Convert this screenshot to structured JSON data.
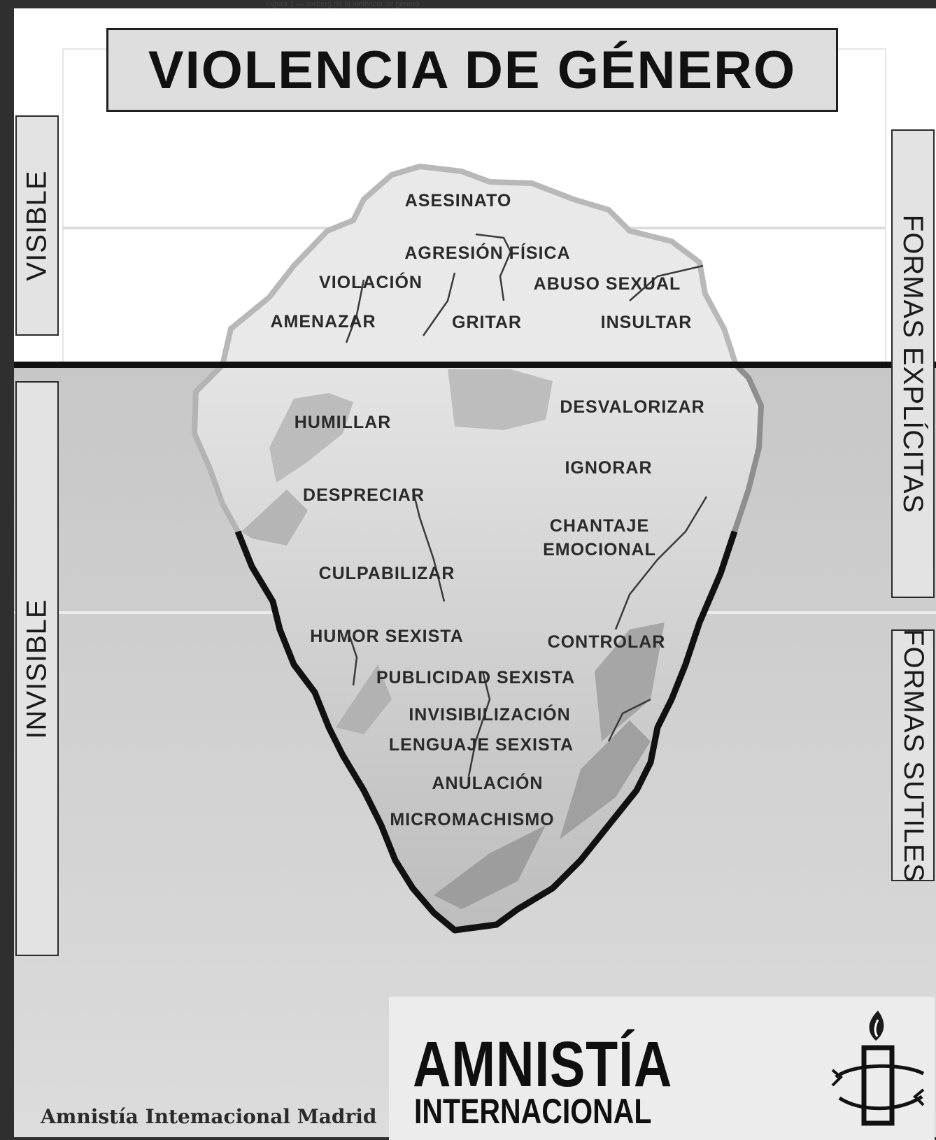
{
  "header_strip": "Figura 1 — Iceberg de la violencia de género",
  "title": "VIOLENCIA DE GÉNERO",
  "left_labels": {
    "visible": "VISIBLE",
    "invisible": "INVISIBLE"
  },
  "right_labels": {
    "explicit": "FORMAS EXPLÍCITAS",
    "subtle": "FORMAS SUTILES"
  },
  "iceberg_terms": {
    "asesinato": "ASESINATO",
    "agresion_fisica": "AGRESIÓN FÍSICA",
    "violacion": "VIOLACIÓN",
    "abuso_sexual": "ABUSO SEXUAL",
    "amenazar": "AMENAZAR",
    "gritar": "GRITAR",
    "insultar": "INSULTAR",
    "humillar": "HUMILLAR",
    "desvalorizar": "DESVALORIZAR",
    "ignorar": "IGNORAR",
    "despreciar": "DESPRECIAR",
    "chantaje_1": "CHANTAJE",
    "chantaje_2": "EMOCIONAL",
    "culpabilizar": "CULPABILIZAR",
    "humor_sexista": "HUMOR SEXISTA",
    "controlar": "CONTROLAR",
    "publicidad_sexista": "PUBLICIDAD SEXISTA",
    "invisibilizacion": "INVISIBILIZACIÓN",
    "lenguaje_sexista": "LENGUAJE SEXISTA",
    "anulacion": "ANULACIÓN",
    "micromachismo": "MICROMACHISMO"
  },
  "footer": {
    "credit": "Amnistía Intemacional Madrid",
    "logo_main": "AMNISTÍA",
    "logo_sub": "INTERNACIONAL"
  },
  "colors": {
    "frame": "#2f2f2f",
    "above_water": "#ffffff",
    "below_water": "#cfcfcf",
    "deep_water": "#d6d6d6",
    "iceberg_fill": "#e2e2e2",
    "waterline": "#111111"
  },
  "icons": [
    "candle-icon"
  ]
}
